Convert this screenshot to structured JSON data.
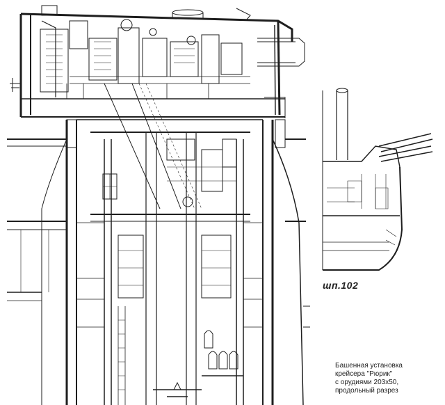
{
  "frame_label": "шп.102",
  "caption": {
    "line1": "Башенная установка",
    "line2": "крейсера \"Рюрик\"",
    "line3": "с орудиями 203х50,",
    "line4": "продольный разрез"
  },
  "colors": {
    "ink": "#1e1e1e",
    "paper": "#ffffff"
  }
}
